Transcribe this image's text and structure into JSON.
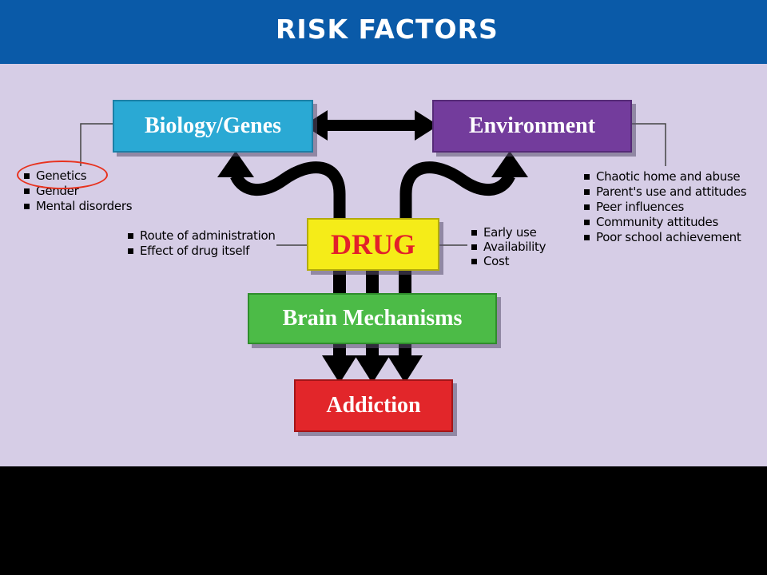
{
  "header": {
    "title": "RISK FACTORS"
  },
  "boxes": {
    "biology": "Biology/Genes",
    "environment": "Environment",
    "drug": "DRUG",
    "brain": "Brain Mechanisms",
    "addiction": "Addiction"
  },
  "lists": {
    "biology": [
      "Genetics",
      "Gender",
      "Mental disorders"
    ],
    "drug_left": [
      "Route of administration",
      "Effect of drug itself"
    ],
    "drug_right": [
      "Early use",
      "Availability",
      "Cost"
    ],
    "environment": [
      "Chaotic home and abuse",
      "Parent's use and attitudes",
      "Peer influences",
      "Community attitudes",
      "Poor school achievement"
    ]
  },
  "colors": {
    "header": "#0a5aa8",
    "background": "#d6cde6",
    "biology": "#2aa9d4",
    "environment": "#733c9c",
    "drug": "#f5ec18",
    "drug_text": "#e2202a",
    "brain": "#4cbb47",
    "addiction": "#e2262a",
    "highlight": "#e8321e"
  }
}
